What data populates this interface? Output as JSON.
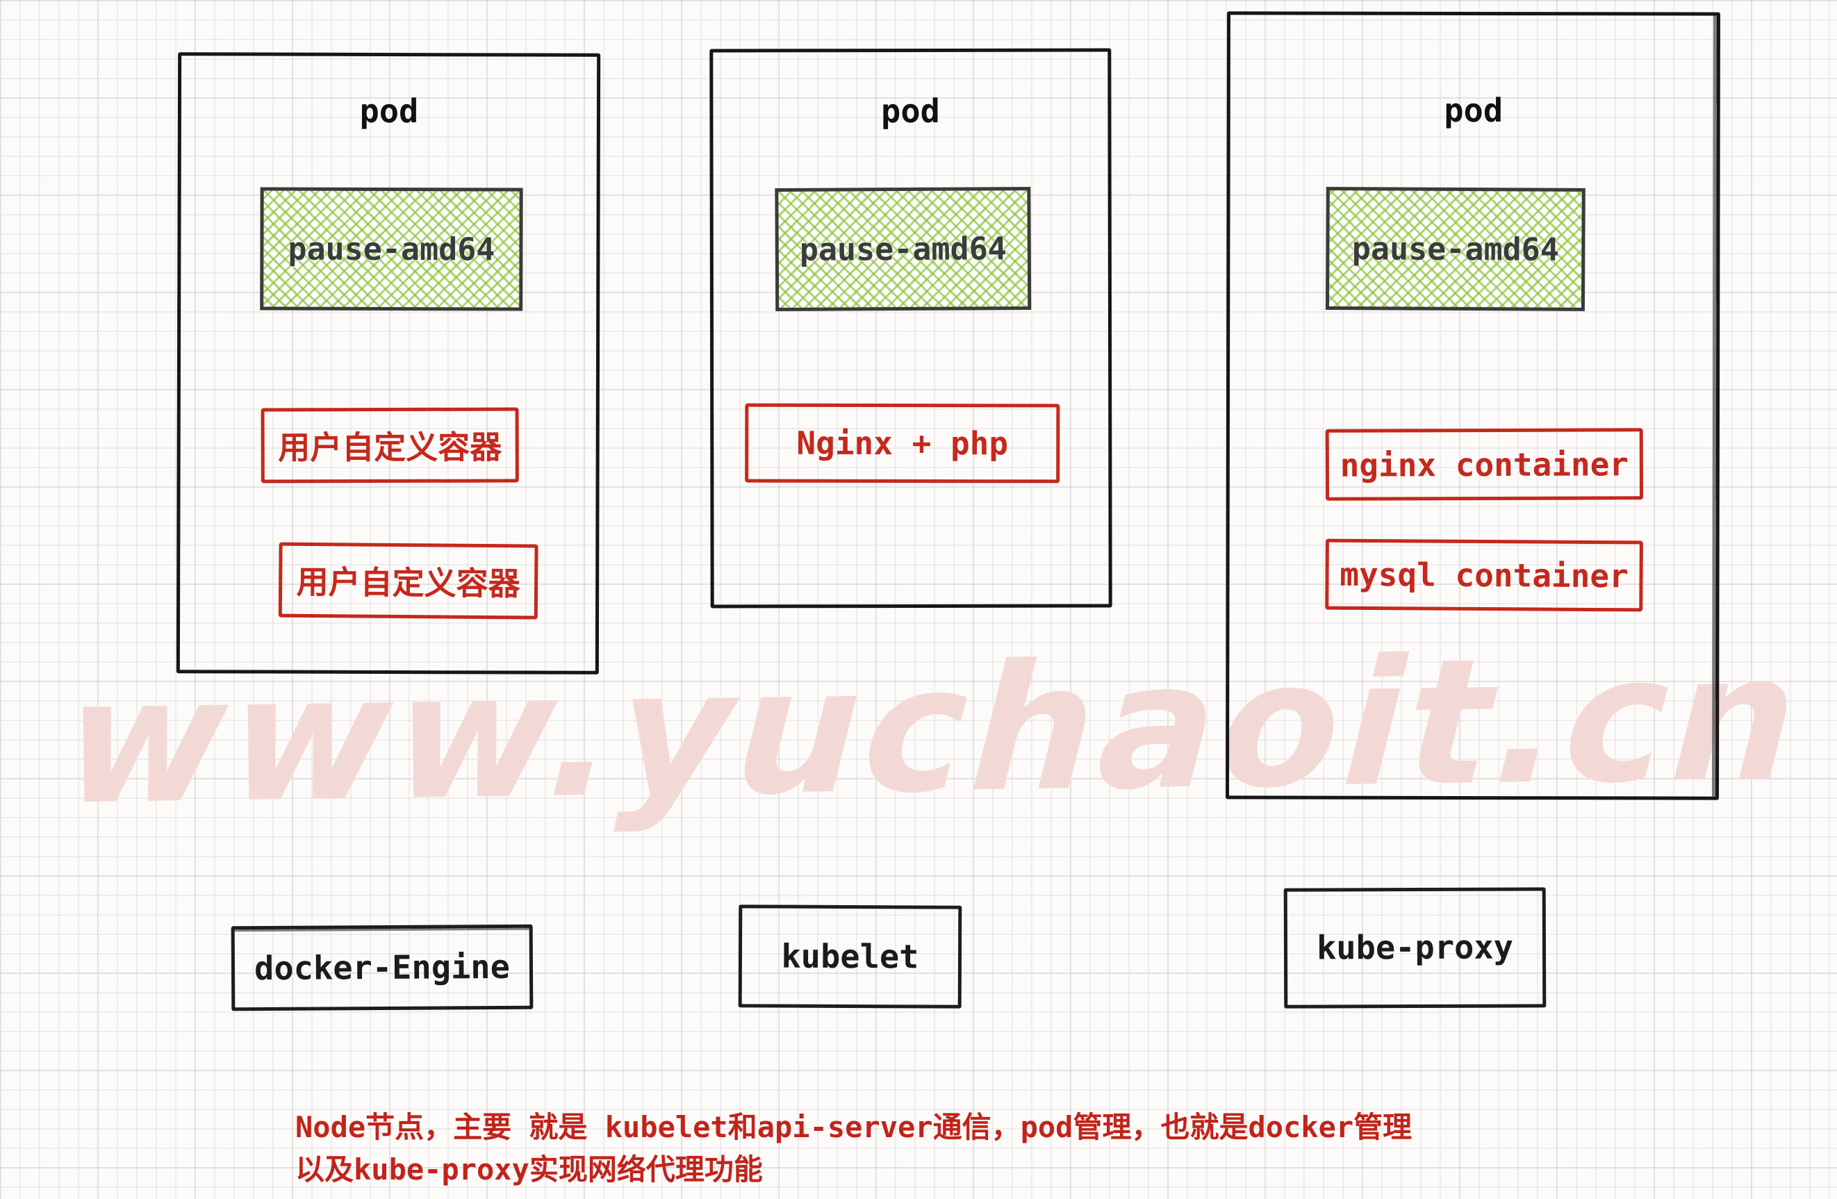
{
  "watermark": "www.yuchaoit.cn",
  "pods": [
    {
      "title": "pod",
      "pause_label": "pause-amd64",
      "containers": [
        "用户自定义容器",
        "用户自定义容器"
      ]
    },
    {
      "title": "pod",
      "pause_label": "pause-amd64",
      "containers": [
        "Nginx + php"
      ]
    },
    {
      "title": "pod",
      "pause_label": "pause-amd64",
      "containers": [
        "nginx container",
        "mysql container"
      ]
    }
  ],
  "node_components": [
    {
      "label": "docker-Engine"
    },
    {
      "label": "kubelet"
    },
    {
      "label": "kube-proxy"
    }
  ],
  "note_lines": [
    "Node节点，主要 就是 kubelet和api-server通信，pod管理，也就是docker管理",
    "以及kube-proxy实现网络代理功能"
  ],
  "colors": {
    "red": "#c5281c",
    "green_hatch": "#8bc43d",
    "pause_border": "#3a3a3a",
    "pause_text": "#3b3b3b",
    "pod_border": "#161616",
    "watermark_pink": "#f3d9d6",
    "note_red": "#c2231a",
    "background": "#fcfbfa",
    "grid_line": "#e4e2e0"
  }
}
